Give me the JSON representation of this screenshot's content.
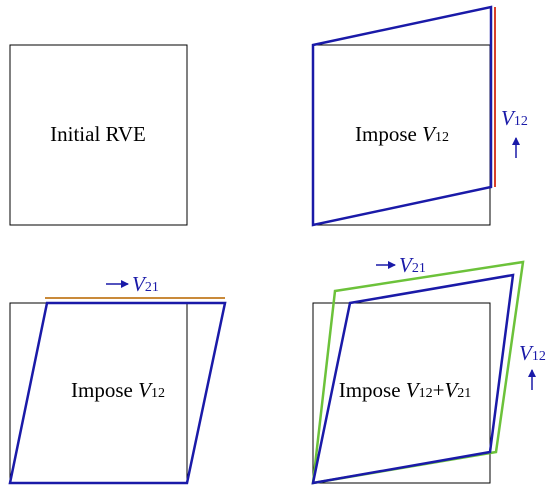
{
  "colors": {
    "outline": "#000000",
    "deformed": "#1a1aa8",
    "combined": "#6cc23a",
    "boundary_v12": "#d9402a",
    "boundary_v21": "#c98a3a",
    "arrow": "#1a1aa8"
  },
  "panels": {
    "initial": {
      "label": "Initial RVE"
    },
    "v12": {
      "prefix": "Impose ",
      "var": "V",
      "sub": "12",
      "arrow_var": "V",
      "arrow_sub": "12"
    },
    "v21": {
      "prefix": "Impose ",
      "var": "V",
      "sub": "12",
      "arrow_var": "V",
      "arrow_sub": "21"
    },
    "combined": {
      "prefix": "Impose ",
      "var1": "V",
      "sub1": "12",
      "plus": "+",
      "var2": "V",
      "sub2": "21",
      "arrow_top_var": "V",
      "arrow_top_sub": "21",
      "arrow_right_var": "V",
      "arrow_right_sub": "12"
    }
  }
}
